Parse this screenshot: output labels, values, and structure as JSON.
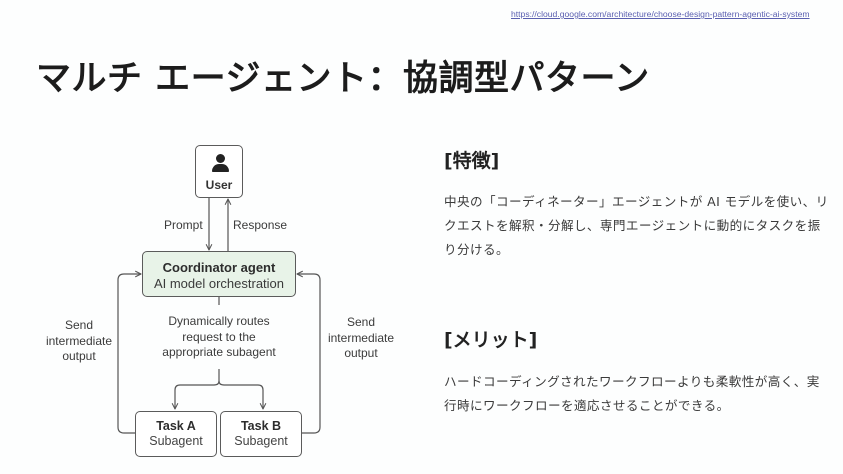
{
  "source_link": "https://cloud.google.com/architecture/choose-design-pattern-agentic-ai-system",
  "title": "マルチ エージェント：協調型パターン",
  "diagram": {
    "user": {
      "icon": "person-icon",
      "label": "User"
    },
    "prompt_label": "Prompt",
    "response_label": "Response",
    "coordinator": {
      "title": "Coordinator agent",
      "subtitle": "AI model orchestration",
      "fill": "#e8f3e8"
    },
    "route_label": "Dynamically routes request to the appropriate subagent",
    "route_lines": [
      "Dynamically routes",
      "request to the",
      "appropriate subagent"
    ],
    "send_left_lines": [
      "Send",
      "intermediate",
      "output"
    ],
    "send_right_lines": [
      "Send",
      "intermediate",
      "output"
    ],
    "task_a": {
      "title": "Task A",
      "subtitle": "Subagent"
    },
    "task_b": {
      "title": "Task B",
      "subtitle": "Subagent"
    }
  },
  "features": {
    "heading": "[特徴]",
    "body": "中央の「コーディネーター」エージェントが AI モデルを使い、リクエストを解釈・分解し、専門エージェントに動的にタスクを振り分ける。"
  },
  "merit": {
    "heading": "[メリット]",
    "body": "ハードコーディングされたワークフローよりも柔軟性が高く、実行時にワークフローを適応させることができる。"
  }
}
